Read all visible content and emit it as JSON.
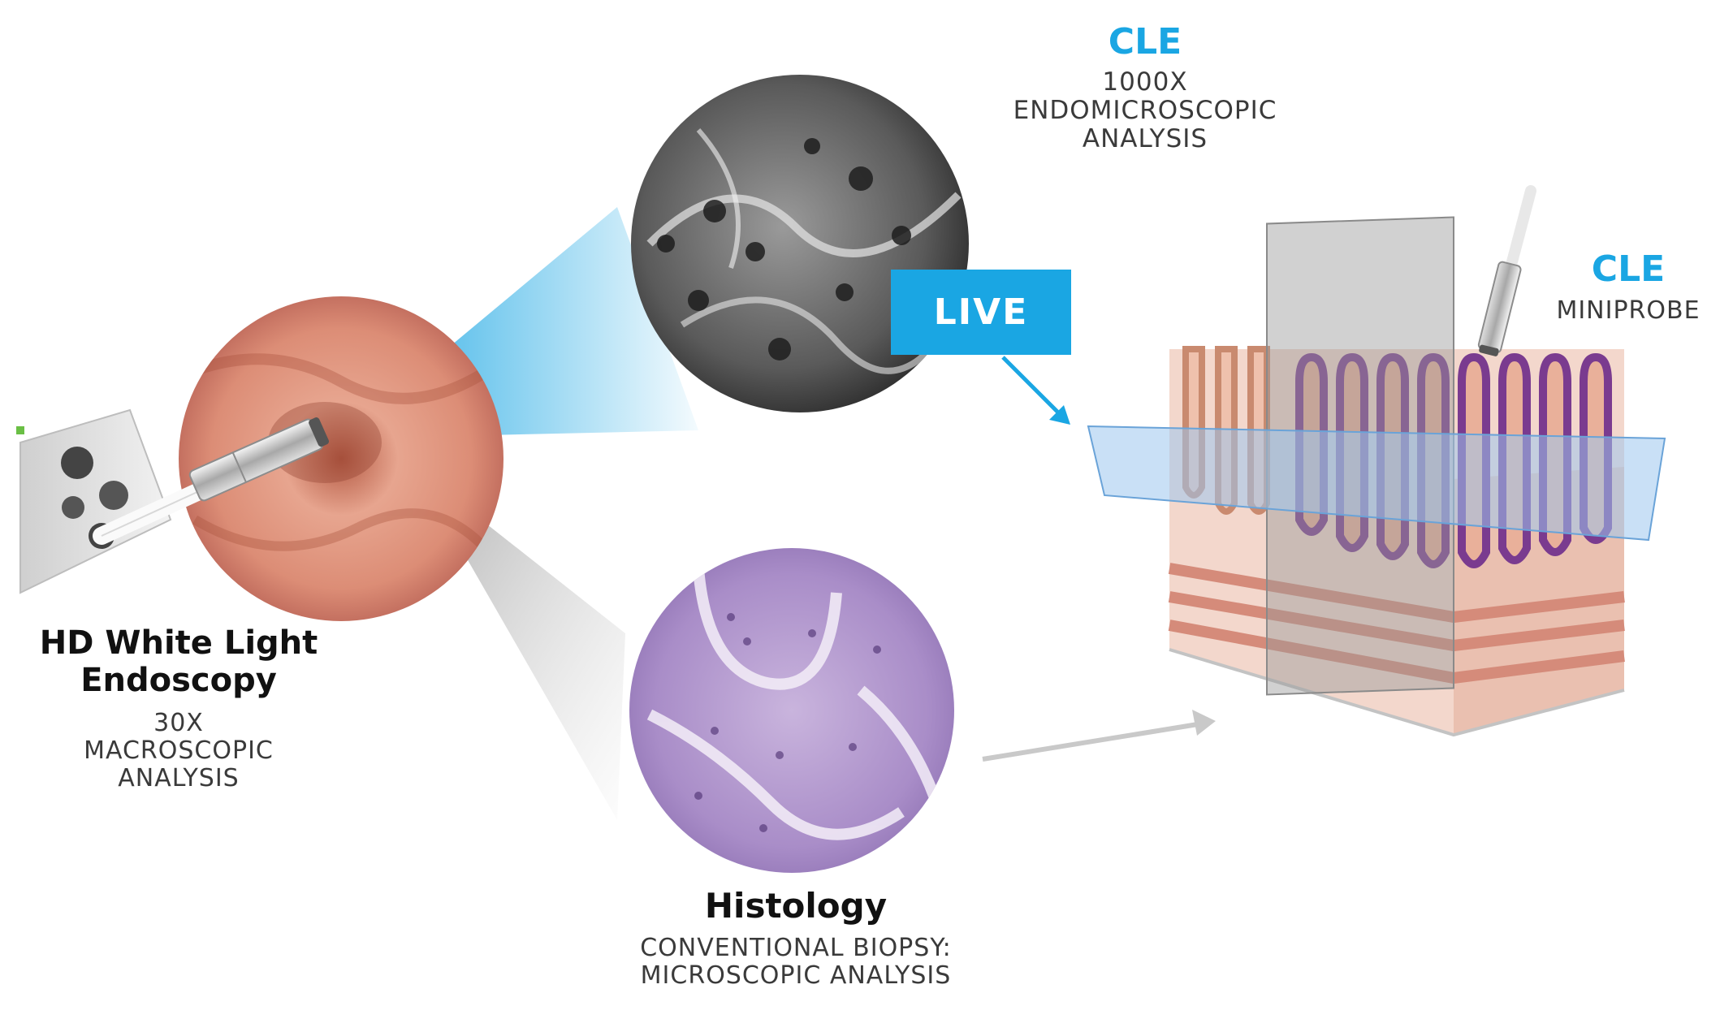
{
  "colors": {
    "accent": "#1aa6e3",
    "live_bg": "#1aa6e3",
    "text_dark": "#111111",
    "text_gray": "#3a3a3a",
    "endoscopy_tissue": "#d98a73",
    "histology_tissue": "#9b7cc1",
    "cle_tissue": "#8a8a8a"
  },
  "icons": {
    "endoscope": "endoscope-icon",
    "endoscopy_view": "endoscopy-view-image",
    "cle_image": "cle-micrograph-image",
    "histology_image": "histology-micrograph-image",
    "tissue_block": "tissue-block-illustration",
    "miniprobe": "miniprobe-icon"
  },
  "endoscopy": {
    "title_line1": "HD White Light",
    "title_line2": "Endoscopy",
    "mag": "30X",
    "desc_line1": "MACROSCOPIC",
    "desc_line2": "ANALYSIS"
  },
  "cle_top": {
    "title": "CLE",
    "mag": "1000X",
    "desc_line1": "ENDOMICROSCOPIC",
    "desc_line2": "ANALYSIS"
  },
  "live": {
    "label": "LIVE"
  },
  "cle_probe": {
    "title": "CLE",
    "desc": "MINIPROBE"
  },
  "histology": {
    "title": "Histology",
    "desc_line1": "CONVENTIONAL BIOPSY:",
    "desc_line2": "MICROSCOPIC ANALYSIS"
  }
}
